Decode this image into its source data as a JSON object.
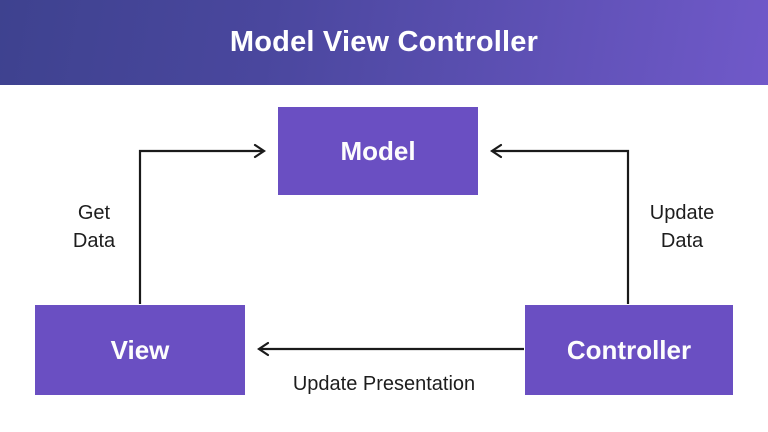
{
  "header": {
    "title": "Model View Controller"
  },
  "diagram": {
    "nodes": [
      {
        "id": "model",
        "label": "Model"
      },
      {
        "id": "view",
        "label": "View"
      },
      {
        "id": "controller",
        "label": "Controller"
      }
    ],
    "edges": [
      {
        "from": "view",
        "to": "model",
        "label": "Get Data"
      },
      {
        "from": "controller",
        "to": "model",
        "label": "Update Data"
      },
      {
        "from": "controller",
        "to": "view",
        "label": "Update Presentation"
      }
    ]
  },
  "colors": {
    "header_gradient_start": "#3e428f",
    "header_gradient_end": "#7059c9",
    "node_fill": "#6a4fc2",
    "node_text": "#fdfdfd",
    "arrow": "#1a1a1a",
    "label_text": "#1d1d1d",
    "background": "#ffffff"
  }
}
